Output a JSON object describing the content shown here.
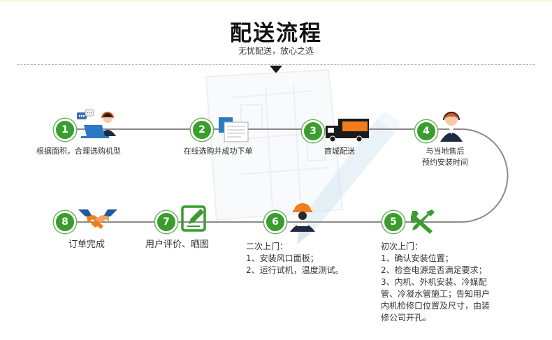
{
  "header": {
    "title": "配送流程",
    "subtitle": "无忧配送，放心之选"
  },
  "colors": {
    "step_green": "#3a9d2e",
    "flow_line": "#8a8a8a",
    "truck_orange": "#f07d1a",
    "wrench_green": "#3a9d2e",
    "handshake_orange": "#f07d1a",
    "handshake_blue": "#1e5aa0"
  },
  "steps": [
    {
      "number": "1",
      "label": "根据面积，合理选购机型",
      "icon": "customer-service-agent-icon"
    },
    {
      "number": "2",
      "label": "在线选购并成功下单",
      "icon": "document-order-icon"
    },
    {
      "number": "3",
      "label": "商城配送",
      "icon": "delivery-truck-icon"
    },
    {
      "number": "4",
      "label_line1": "与当地售后",
      "label_line2": "预约安装时间",
      "icon": "support-headset-icon"
    },
    {
      "number": "5",
      "label": "初次上门：",
      "icon": "wrench-screwdriver-icon",
      "details": [
        "1、确认安装位置；",
        "2、检查电源是否满足要求；",
        "3、内机、外机安装、冷媒配",
        "管、冷凝水管施工；告知用户",
        "内机检修口位置及尺寸，由装",
        "修公司开孔。"
      ]
    },
    {
      "number": "6",
      "label": "二次上门：",
      "icon": "installer-worker-icon",
      "details": [
        "1、安装风口面板；",
        "2、运行试机，温度测试。"
      ]
    },
    {
      "number": "7",
      "label": "用户评价、晒图",
      "icon": "edit-review-icon"
    },
    {
      "number": "8",
      "label": "订单完成",
      "icon": "handshake-icon"
    }
  ]
}
